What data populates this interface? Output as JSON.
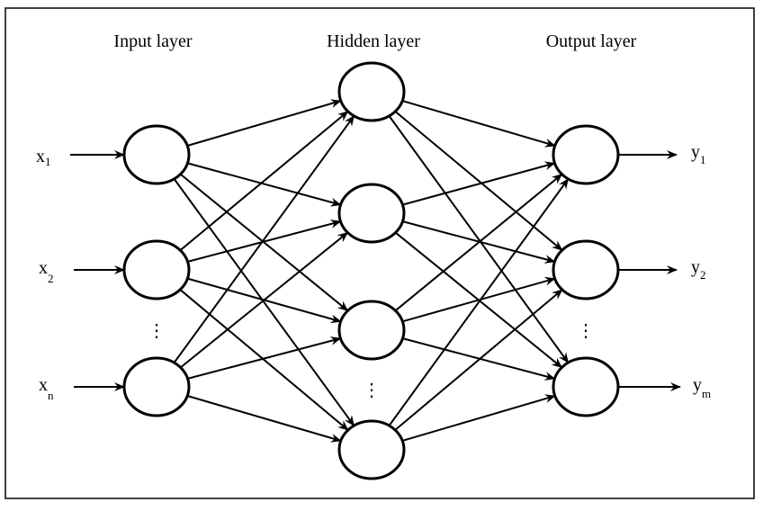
{
  "diagram": {
    "layers": {
      "input": {
        "title": "Input layer"
      },
      "hidden": {
        "title": "Hidden layer"
      },
      "output": {
        "title": "Output layer"
      }
    },
    "inputs": [
      {
        "main": "x",
        "sub": "1"
      },
      {
        "main": "x",
        "sub": "2"
      },
      {
        "main": "x",
        "sub": "n"
      }
    ],
    "outputs": [
      {
        "main": "y",
        "sub": "1"
      },
      {
        "main": "y",
        "sub": "2"
      },
      {
        "main": "y",
        "sub": "m"
      }
    ],
    "ellipsis": "⋮"
  }
}
